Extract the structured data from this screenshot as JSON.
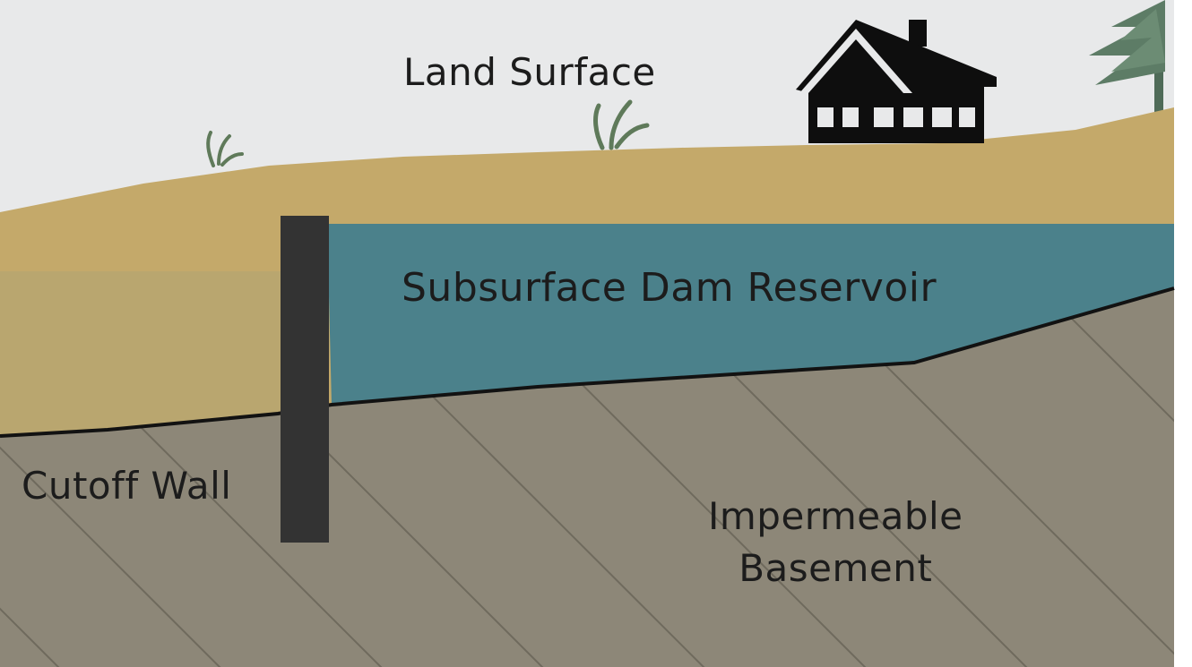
{
  "labels": {
    "land_surface": "Land Surface",
    "reservoir": "Subsurface Dam Reservoir",
    "cutoff_wall": "Cutoff Wall",
    "basement_line1": "Impermeable",
    "basement_line2": "Basement"
  },
  "colors": {
    "sky": "#e8e9ea",
    "soil": "#c4a96a",
    "soil_saturated_left": "#b9a66f",
    "water": "#4b818b",
    "basement": "#8d8778",
    "hatch": "#6f6a5d",
    "wall": "#333333",
    "house": "#0e0e0e",
    "plant": "#5f7a5a",
    "tree": "#5d7c66"
  }
}
